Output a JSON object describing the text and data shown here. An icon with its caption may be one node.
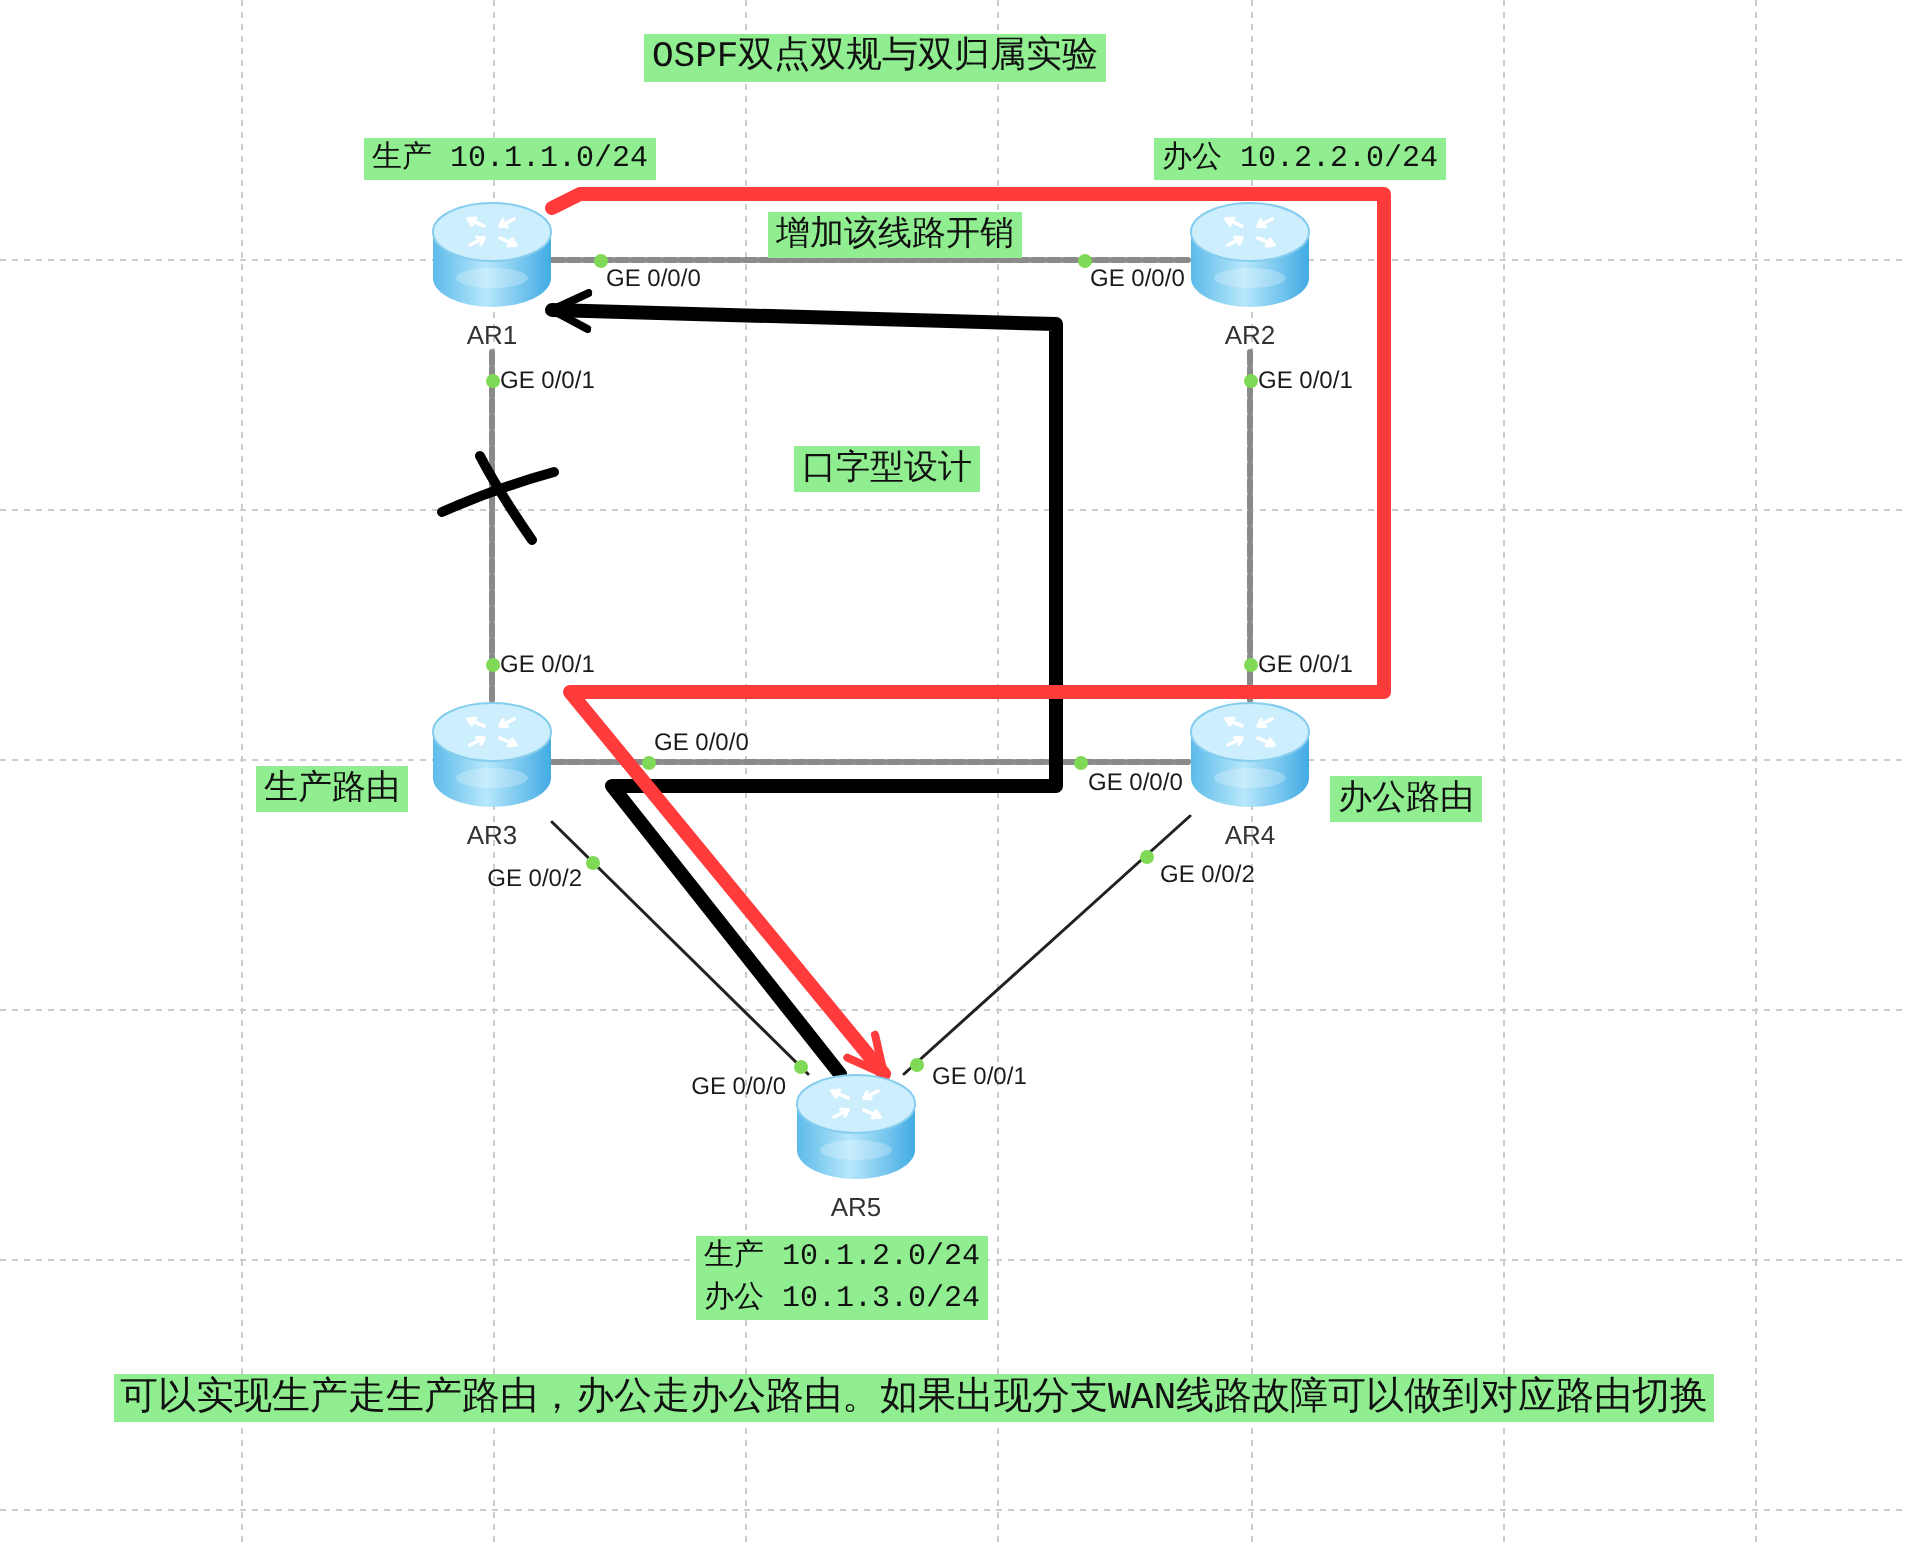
{
  "diagram": {
    "title": "OSPF双点双规与双归属实验",
    "caption": "可以实现生产走生产路由，办公走办公路由。如果出现分支WAN线路故障可以做到对应路由切换",
    "nodes": [
      {
        "text": [
          "AR1"
        ],
        "beside": [
          "生产 10.1.1.0/24"
        ]
      },
      {
        "text": [
          "AR2"
        ],
        "beside": [
          "办公 10.2.2.0/24"
        ]
      },
      {
        "text": [
          "AR3"
        ],
        "beside": [
          "生产路由"
        ]
      },
      {
        "text": [
          "AR4"
        ],
        "beside": [
          "办公路由"
        ]
      },
      {
        "text": [
          "AR5"
        ],
        "beside": [
          "生产 10.1.2.0/24",
          "办公 10.1.3.0/24"
        ]
      }
    ],
    "edges": [
      {
        "from": 0,
        "to": 1,
        "arrow": "none",
        "label": "增加该线路开销",
        "style": "dashed",
        "color": "#8a8a8a"
      },
      {
        "from": 0,
        "to": 2,
        "arrow": "none",
        "style": "dashed",
        "color": "#8a8a8a"
      },
      {
        "from": 1,
        "to": 3,
        "arrow": "none",
        "style": "dashed",
        "color": "#8a8a8a"
      },
      {
        "from": 2,
        "to": 3,
        "arrow": "none",
        "style": "dashed",
        "color": "#8a8a8a"
      },
      {
        "from": 2,
        "to": 4,
        "arrow": "none",
        "color": "#222222"
      },
      {
        "from": 3,
        "to": 4,
        "arrow": "none",
        "color": "#222222"
      },
      {
        "from": 4,
        "to": 0,
        "arrow": "to",
        "style": "thick",
        "color": "#000000"
      },
      {
        "from": 0,
        "to": 4,
        "arrow": "to",
        "style": "thick",
        "color": "#ff3b3b"
      }
    ],
    "labels": [
      "GE 0/0/0",
      "GE 0/0/0",
      "GE 0/0/1",
      "GE 0/0/1",
      "口字型设计",
      "GE 0/0/1",
      "GE 0/0/1",
      "GE 0/0/0",
      "GE 0/0/0",
      "GE 0/0/2",
      "GE 0/0/2",
      "GE 0/0/0",
      "GE 0/0/1"
    ]
  }
}
